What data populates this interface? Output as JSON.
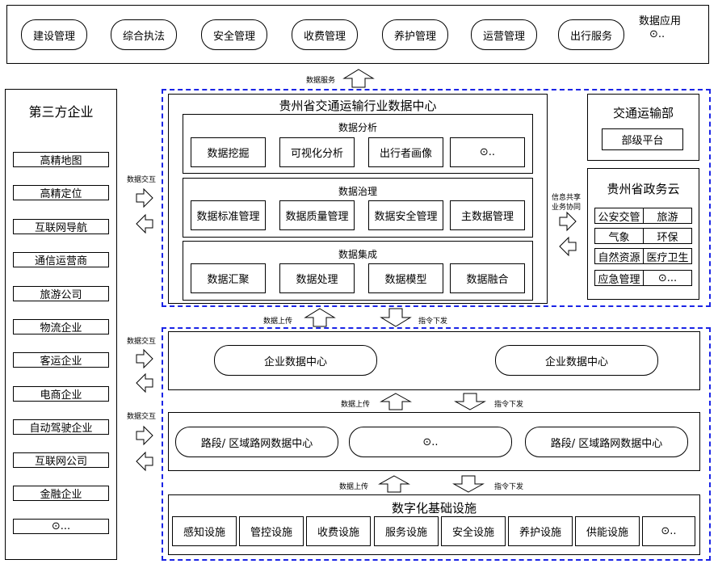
{
  "top_bar": {
    "items": [
      "建设管理",
      "综合执法",
      "安全管理",
      "收费管理",
      "养护管理",
      "运营管理",
      "出行服务"
    ],
    "title": "数据应用",
    "ellipsis": "⊙.."
  },
  "labels": {
    "data_service": "数据服务",
    "data_exchange": "数据交互",
    "data_upload": "数据上传",
    "command_down": "指令下发",
    "info_share_1": "信息共享",
    "info_share_2": "业务协同"
  },
  "third_party": {
    "title": "第三方企业",
    "items": [
      "高精地图",
      "高精定位",
      "互联网导航",
      "通信运营商",
      "旅游公司",
      "物流企业",
      "客运企业",
      "电商企业",
      "自动驾驶企业",
      "互联网公司",
      "金融企业",
      "⊙..."
    ]
  },
  "center": {
    "title": "贵州省交通运输行业数据中心",
    "analysis": {
      "title": "数据分析",
      "items": [
        "数据挖掘",
        "可视化分析",
        "出行者画像",
        "⊙.."
      ]
    },
    "governance": {
      "title": "数据治理",
      "items": [
        "数据标准管理",
        "数据质量管理",
        "数据安全管理",
        "主数据管理"
      ]
    },
    "integration": {
      "title": "数据集成",
      "items": [
        "数据汇聚",
        "数据处理",
        "数据模型",
        "数据融合"
      ]
    }
  },
  "ministry": {
    "title": "交通运输部",
    "item": "部级平台"
  },
  "gov_cloud": {
    "title": "贵州省政务云",
    "rows": [
      [
        "公安交管",
        "旅游"
      ],
      [
        "气象",
        "环保"
      ],
      [
        "自然资源",
        "医疗卫生"
      ],
      [
        "应急管理",
        "⊙..."
      ]
    ]
  },
  "enterprise": {
    "items": [
      "企业数据中心",
      "企业数据中心"
    ]
  },
  "regional": {
    "items": [
      "路段/ 区域路网数据中心",
      "⊙..",
      "路段/ 区域路网数据中心"
    ]
  },
  "infra": {
    "title": "数字化基础设施",
    "items": [
      "感知设施",
      "管控设施",
      "收费设施",
      "服务设施",
      "安全设施",
      "养护设施",
      "供能设施",
      "⊙.."
    ]
  }
}
